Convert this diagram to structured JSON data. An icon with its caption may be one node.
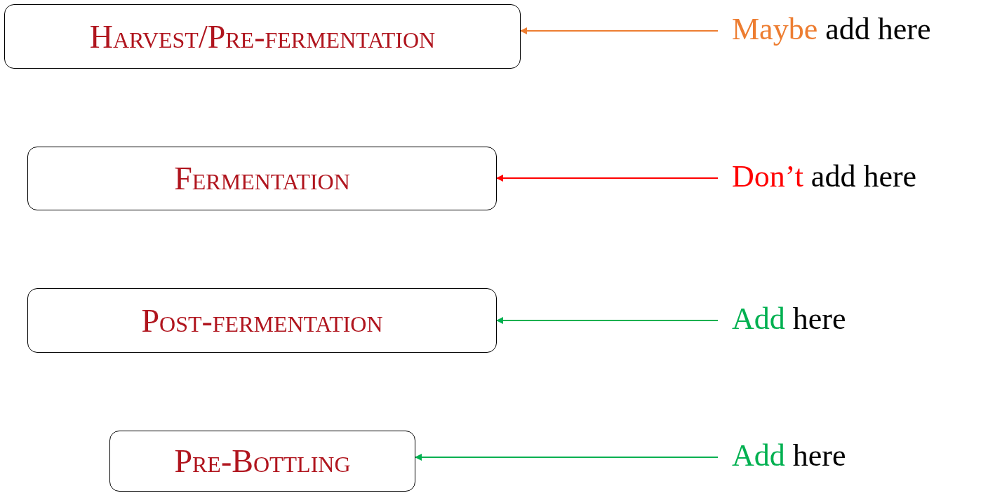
{
  "diagram": {
    "nodes": [
      {
        "text": [
          "Harvest/Pre-fermentation"
        ]
      },
      {
        "text": [
          "Fermentation"
        ]
      },
      {
        "text": [
          "Post-fermentation"
        ]
      },
      {
        "text": [
          "Pre-Bottling"
        ]
      },
      {
        "text": [
          "Maybe",
          "add here"
        ]
      },
      {
        "text": [
          "Don’t",
          "add here"
        ]
      },
      {
        "text": [
          "Add",
          "here"
        ]
      },
      {
        "text": [
          "Add",
          "here"
        ]
      }
    ],
    "edges": [
      {
        "from": 4,
        "to": 0,
        "arrow": "to",
        "color": "#ed7d31"
      },
      {
        "from": 5,
        "to": 1,
        "arrow": "to",
        "color": "#ff0000"
      },
      {
        "from": 6,
        "to": 2,
        "arrow": "to",
        "color": "#00b050"
      },
      {
        "from": 7,
        "to": 3,
        "arrow": "to",
        "color": "#00b050"
      }
    ]
  }
}
